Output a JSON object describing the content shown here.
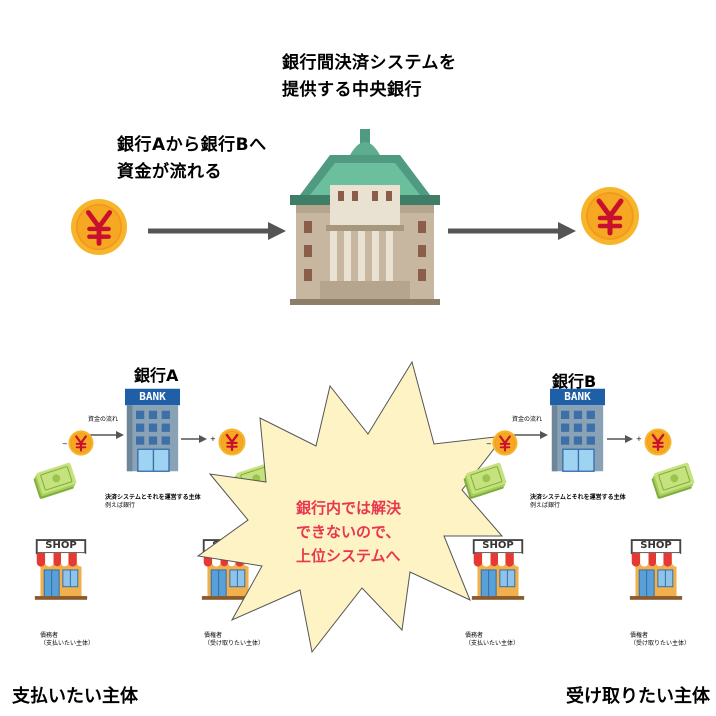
{
  "top": {
    "central_bank_label_line1": "銀行間決済システムを",
    "central_bank_label_line2": "提供する中央銀行",
    "flow_label_line1": "銀行Aから銀行Bへ",
    "flow_label_line2": "資金が流れる"
  },
  "bank_a": {
    "title": "銀行A",
    "sign": "BANK",
    "flow_label": "資金の流れ",
    "minus": "−",
    "plus": "+",
    "desc_line1": "決済システムとそれを運営する主体",
    "desc_line2": "例えば銀行"
  },
  "bank_b": {
    "title": "銀行B",
    "sign": "BANK",
    "flow_label": "資金の流れ",
    "minus": "−",
    "plus": "+",
    "desc_line1": "決済システムとそれを運営する主体",
    "desc_line2": "例えば銀行"
  },
  "shops": {
    "sign": "SHOP",
    "debtor_line1": "債務者",
    "debtor_line2": "（支払いたい主体）",
    "creditor_line1": "債権者",
    "creditor_line2": "（受け取りたい主体）"
  },
  "burst": {
    "line1": "銀行内では解決",
    "line2": "できないので、",
    "line3": "上位システムへ"
  },
  "bottom": {
    "left_label": "支払いたい主体",
    "right_label": "受け取りたい主体"
  },
  "icons": {
    "coin": "yen-coin-icon",
    "bank": "bank-building-icon",
    "central_bank": "central-bank-building-icon",
    "shop": "shop-icon",
    "money": "banknote-stack-icon"
  },
  "colors": {
    "coin_outer": "#f7b52c",
    "coin_inner": "#f39a1e",
    "yen_mark": "#c8102e",
    "burst_fill": "#fdf3c4",
    "burst_text": "#e8384f",
    "arrow": "#555555",
    "roof_green": "#4f9a80"
  }
}
